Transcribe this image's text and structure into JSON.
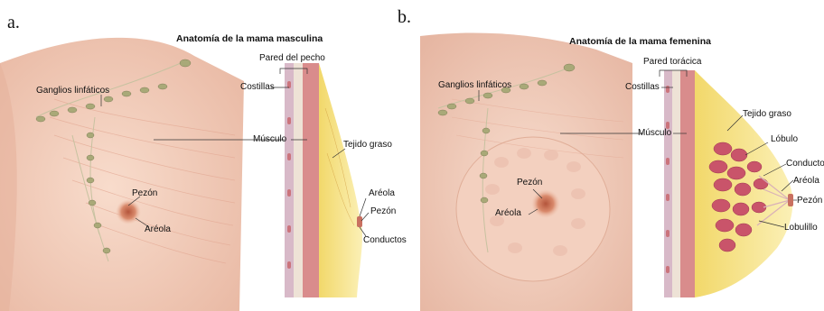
{
  "panel_a": {
    "letter": "a.",
    "title": "Anatomía de la mama masculina",
    "labels": {
      "chest_wall": "Pared del pecho",
      "ribs": "Costillas",
      "lymph_nodes": "Ganglios linfáticos",
      "muscle": "Músculo",
      "fatty_tissue": "Tejido graso",
      "nipple": "Pezón",
      "areola": "Aréola",
      "areola_side": "Aréola",
      "nipple_side": "Pezón",
      "ducts": "Conductos"
    }
  },
  "panel_b": {
    "letter": "b.",
    "title": "Anatomía de la mama femenina",
    "labels": {
      "chest_wall": "Pared torácica",
      "ribs": "Costillas",
      "lymph_nodes": "Ganglios linfáticos",
      "fatty_tissue": "Tejido graso",
      "muscle": "Músculo",
      "lobule": "Lóbulo",
      "ducts": "Conductos",
      "areola_side": "Aréola",
      "nipple_side": "Pezón",
      "lobules": "Lobulillo",
      "nipple": "Pezón",
      "areola": "Aréola"
    }
  },
  "colors": {
    "skin": "#f3d2c1",
    "skin_shadow": "#e7b7a3",
    "muscle": "#d98c8c",
    "fat": "#f6e38c",
    "node": "#a9a978",
    "lobule": "#c9546a"
  }
}
